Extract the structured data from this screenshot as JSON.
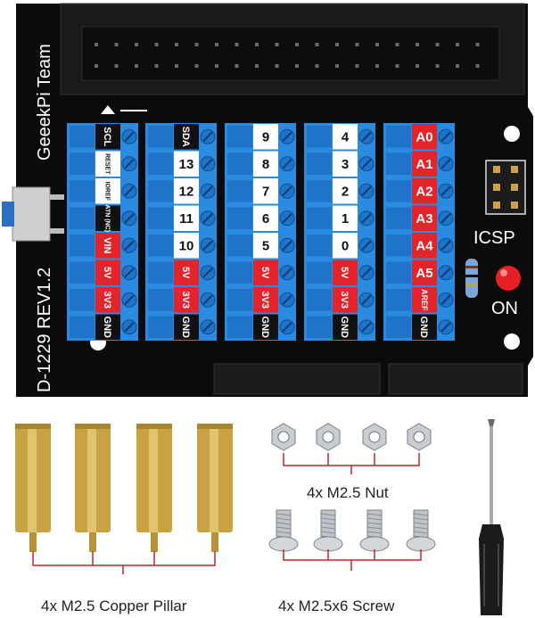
{
  "board": {
    "vertical_text_team": "GeeekPi Team",
    "vertical_text_rev": "D-1229 REV1.2",
    "icsp_label": "ICSP",
    "on_label": "ON",
    "colors": {
      "pcb": "#0b0b0b",
      "terminal": "#2a8be0",
      "white_label": "#ffffff",
      "red_label": "#e3242b",
      "black_label": "#111111"
    },
    "blocks": [
      {
        "labels": [
          "SCL",
          "RESET",
          "IOREF",
          "ATN (NC)",
          "VIN",
          "5V",
          "3V3",
          "GND"
        ],
        "styles": [
          "b",
          "w",
          "w",
          "b",
          "r",
          "r",
          "r",
          "b"
        ]
      },
      {
        "labels": [
          "SDA",
          "13",
          "12",
          "11",
          "10",
          "5V",
          "3V3",
          "GND"
        ],
        "styles": [
          "b",
          "w",
          "w",
          "w",
          "w",
          "r",
          "r",
          "b"
        ]
      },
      {
        "labels": [
          "9",
          "8",
          "7",
          "6",
          "5",
          "5V",
          "3V3",
          "GND"
        ],
        "styles": [
          "w",
          "w",
          "w",
          "w",
          "w",
          "r",
          "r",
          "b"
        ]
      },
      {
        "labels": [
          "4",
          "3",
          "2",
          "1",
          "0",
          "5V",
          "3V3",
          "GND"
        ],
        "styles": [
          "w",
          "w",
          "w",
          "w",
          "w",
          "r",
          "r",
          "b"
        ]
      },
      {
        "labels": [
          "A0",
          "A1",
          "A2",
          "A3",
          "A4",
          "A5",
          "AREF",
          "GND"
        ],
        "styles": [
          "r",
          "r",
          "r",
          "r",
          "r",
          "r",
          "r",
          "b"
        ]
      }
    ]
  },
  "accessories": {
    "nut_label": "4x M2.5 Nut",
    "screw_label": "4x M2.5x6 Screw",
    "pillar_label": "4x M2.5 Copper Pillar",
    "counts": {
      "nuts": 4,
      "screws": 4,
      "pillars": 4
    },
    "colors": {
      "brass": "#c9a341",
      "steel": "#c8ccd0",
      "bracket": "#c0282d"
    }
  }
}
